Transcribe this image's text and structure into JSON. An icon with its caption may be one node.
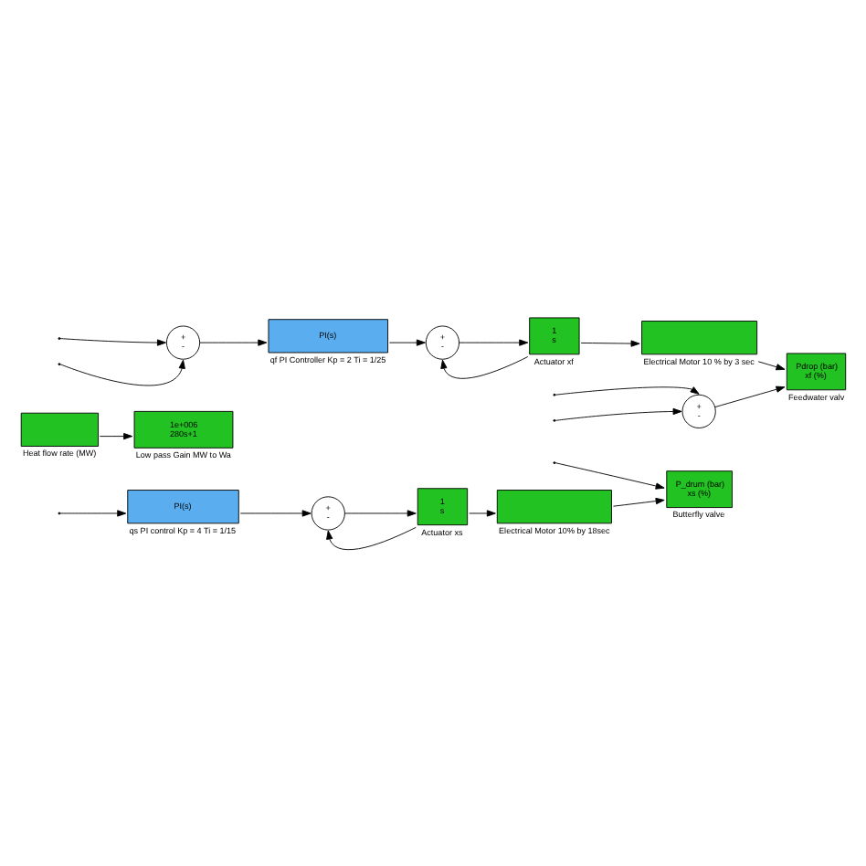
{
  "diagram": {
    "nodes": [
      {
        "text": [
          "PI(s)"
        ],
        "beside": [
          "qs PI control Kp = 4 Ti = 1/15"
        ]
      },
      {
        "text": [
          "+",
          "-"
        ]
      },
      {
        "text": [
          "1",
          "s"
        ],
        "beside": [
          "Actuator xs"
        ]
      },
      {
        "text": [],
        "shape": "box",
        "beside": [
          "Electrical Motor 10% by 18sec"
        ]
      },
      {
        "text": [
          "P_drum (bar)",
          "xs (%)"
        ],
        "beside": [
          "Butterfly valve"
        ]
      },
      {
        "text": [],
        "shape": "box",
        "beside": [
          "Heat flow rate (MW)"
        ]
      },
      {
        "text": [
          "1e+006",
          "280s+1"
        ],
        "beside": [
          "Low pass Gain MW to Wa"
        ]
      },
      {
        "text": [
          "+",
          "-"
        ]
      },
      {
        "text": [
          "+",
          "-"
        ]
      },
      {
        "text": [
          "PI(s)"
        ],
        "beside": [
          "qf PI Controller Kp = 2 Ti = 1/25"
        ]
      },
      {
        "text": [
          "+",
          "-"
        ]
      },
      {
        "text": [
          "1",
          "s"
        ],
        "beside": [
          "Actuator xf"
        ]
      },
      {
        "text": [],
        "shape": "box",
        "beside": [
          "Electrical Motor 10 % by 3 sec"
        ]
      },
      {
        "text": [
          "Pdrop (bar)",
          "xf (%)"
        ],
        "beside": [
          "Feedwater valv"
        ]
      }
    ],
    "edges": [
      {
        "from": null,
        "to": 0,
        "arrow": "to"
      },
      {
        "from": 0,
        "to": 1,
        "arrow": "to"
      },
      {
        "from": 1,
        "to": 2,
        "arrow": "to"
      },
      {
        "from": 2,
        "to": 3,
        "arrow": "to"
      },
      {
        "from": 2,
        "to": 1,
        "arrow": "to"
      },
      {
        "from": 3,
        "to": 4,
        "arrow": "to"
      },
      {
        "from": null,
        "to": 4,
        "arrow": "to"
      },
      {
        "from": 5,
        "to": 6,
        "arrow": "to"
      },
      {
        "from": null,
        "to": 7,
        "arrow": "to"
      },
      {
        "from": null,
        "to": 7,
        "arrow": "to"
      },
      {
        "from": 7,
        "to": 13,
        "arrow": "to"
      },
      {
        "from": null,
        "to": 8,
        "arrow": "to"
      },
      {
        "from": 8,
        "to": 9,
        "arrow": "to"
      },
      {
        "from": 9,
        "to": 10,
        "arrow": "to"
      },
      {
        "from": 10,
        "to": 11,
        "arrow": "to"
      },
      {
        "from": 11,
        "to": 12,
        "arrow": "to"
      },
      {
        "from": 11,
        "to": 10,
        "arrow": "to"
      },
      {
        "from": 12,
        "to": 13,
        "arrow": "to"
      },
      {
        "from": null,
        "to": 8,
        "arrow": "to"
      }
    ]
  }
}
